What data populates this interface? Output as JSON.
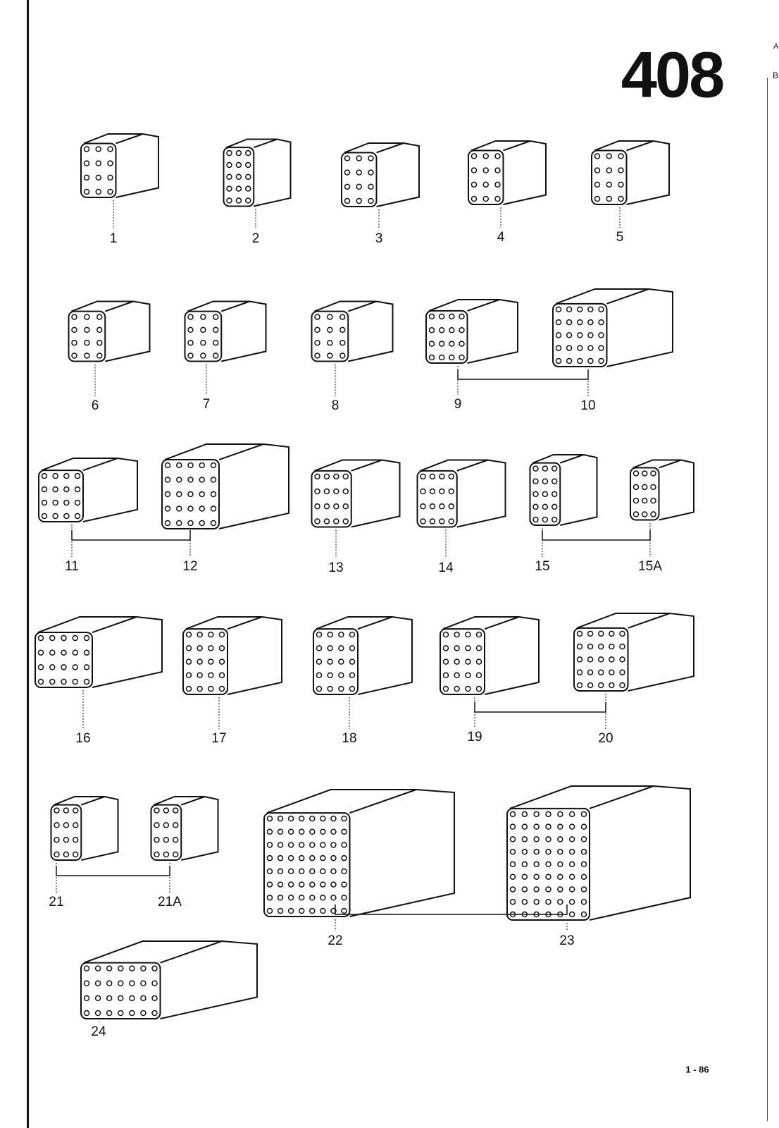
{
  "page": {
    "number": "408",
    "margin_marks": [
      "A",
      "B"
    ],
    "footer_code": "1 - 86"
  },
  "parts": [
    {
      "label": "1"
    },
    {
      "label": "2"
    },
    {
      "label": "3"
    },
    {
      "label": "4"
    },
    {
      "label": "5"
    },
    {
      "label": "6"
    },
    {
      "label": "7"
    },
    {
      "label": "8"
    },
    {
      "label": "9"
    },
    {
      "label": "10"
    },
    {
      "label": "11"
    },
    {
      "label": "12"
    },
    {
      "label": "13"
    },
    {
      "label": "14"
    },
    {
      "label": "15"
    },
    {
      "label": "15A"
    },
    {
      "label": "16"
    },
    {
      "label": "17"
    },
    {
      "label": "18"
    },
    {
      "label": "19"
    },
    {
      "label": "20"
    },
    {
      "label": "21"
    },
    {
      "label": "21A"
    },
    {
      "label": "22"
    },
    {
      "label": "23"
    },
    {
      "label": "24"
    }
  ],
  "linked_pairs": [
    [
      "9",
      "10"
    ],
    [
      "11",
      "12"
    ],
    [
      "15",
      "15A"
    ],
    [
      "19",
      "20"
    ],
    [
      "21",
      "21A"
    ],
    [
      "22",
      "23"
    ]
  ]
}
